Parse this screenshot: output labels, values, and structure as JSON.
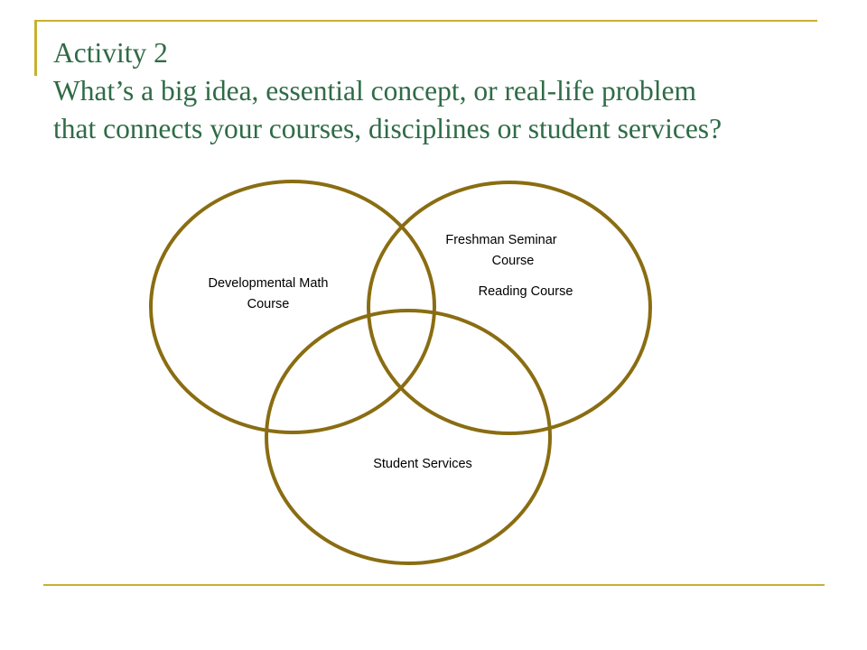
{
  "slide": {
    "title_line1": "Activity 2",
    "title_line2": "What’s a big idea, essential concept, or real-life problem",
    "title_line3": "that connects your courses, disciplines or student services?"
  },
  "venn": {
    "circle_math": {
      "line1": "Developmental Math",
      "line2": "Course"
    },
    "circle_freshman": {
      "line1": "Freshman Seminar",
      "line2": "Course",
      "line3": "Reading Course"
    },
    "circle_services": {
      "line1": "Student Services"
    }
  },
  "colors": {
    "title": "#2f6b46",
    "rules": "#c8b030",
    "circle_stroke": "#8a6d12"
  }
}
